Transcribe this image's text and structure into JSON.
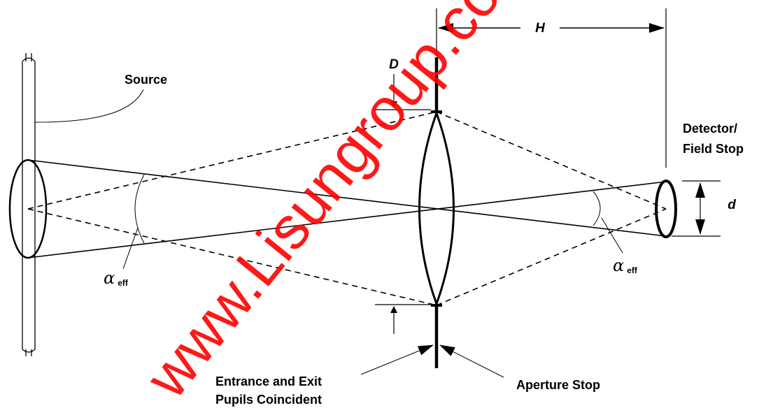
{
  "labels": {
    "source": "Source",
    "distance": "H",
    "aperture_size": "D",
    "detector": [
      "Detector/",
      "Field Stop"
    ],
    "detector_size": "d",
    "alpha_symbol": "α",
    "alpha_sub": "eff",
    "pupils": [
      "Entrance and Exit",
      "Pupils Coincident"
    ],
    "aperture_stop": "Aperture Stop"
  },
  "watermark": "www.Lisungroup.com",
  "colors": {
    "line": "#000000",
    "watermark": "#ff0000"
  }
}
